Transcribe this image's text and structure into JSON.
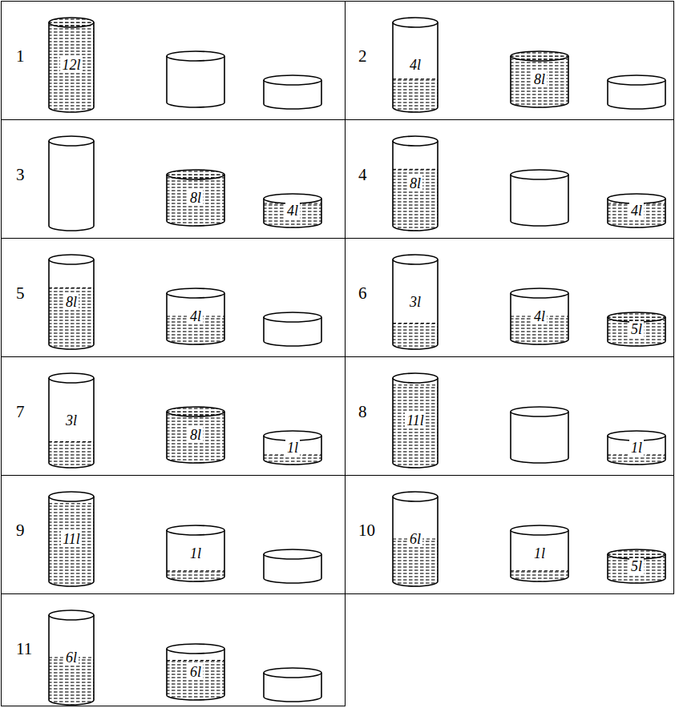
{
  "diagram": {
    "nodes": [
      {
        "text": [
          "1"
        ]
      },
      {
        "text": [
          "12l"
        ],
        "in": 0
      },
      {
        "text": [
          "2"
        ]
      },
      {
        "text": [
          "4l"
        ],
        "in": 2
      },
      {
        "text": [
          "8l"
        ],
        "in": 2
      },
      {
        "text": [
          "3"
        ]
      },
      {
        "text": [
          "8l"
        ],
        "in": 5
      },
      {
        "text": [
          "4l"
        ],
        "in": 5
      },
      {
        "text": [
          "4"
        ]
      },
      {
        "text": [
          "8l"
        ],
        "in": 8
      },
      {
        "text": [
          "4l"
        ],
        "in": 8
      },
      {
        "text": [
          "5"
        ]
      },
      {
        "text": [
          "8l"
        ],
        "in": 11
      },
      {
        "text": [
          "4l"
        ],
        "in": 11
      },
      {
        "text": [
          "6"
        ]
      },
      {
        "text": [
          "3l"
        ],
        "in": 14
      },
      {
        "text": [
          "4l"
        ],
        "in": 14
      },
      {
        "text": [
          "5l"
        ],
        "in": 14
      },
      {
        "text": [
          "7"
        ]
      },
      {
        "text": [
          "3l"
        ],
        "in": 18
      },
      {
        "text": [
          "8l"
        ],
        "in": 18
      },
      {
        "text": [
          "1l"
        ],
        "in": 18
      },
      {
        "text": [
          "8"
        ]
      },
      {
        "text": [
          "11l"
        ],
        "in": 22
      },
      {
        "text": [
          "1l"
        ],
        "in": 22
      },
      {
        "text": [
          "9"
        ]
      },
      {
        "text": [
          "11l"
        ],
        "in": 25
      },
      {
        "text": [
          "1l"
        ],
        "in": 25
      },
      {
        "text": [
          "10"
        ]
      },
      {
        "text": [
          "6l"
        ],
        "in": 28
      },
      {
        "text": [
          "1l"
        ],
        "in": 28
      },
      {
        "text": [
          "5l"
        ],
        "in": 28
      },
      {
        "text": [
          "11"
        ]
      },
      {
        "text": [
          "6l"
        ],
        "in": 32
      },
      {
        "text": [
          "6l"
        ],
        "in": 32
      }
    ]
  }
}
